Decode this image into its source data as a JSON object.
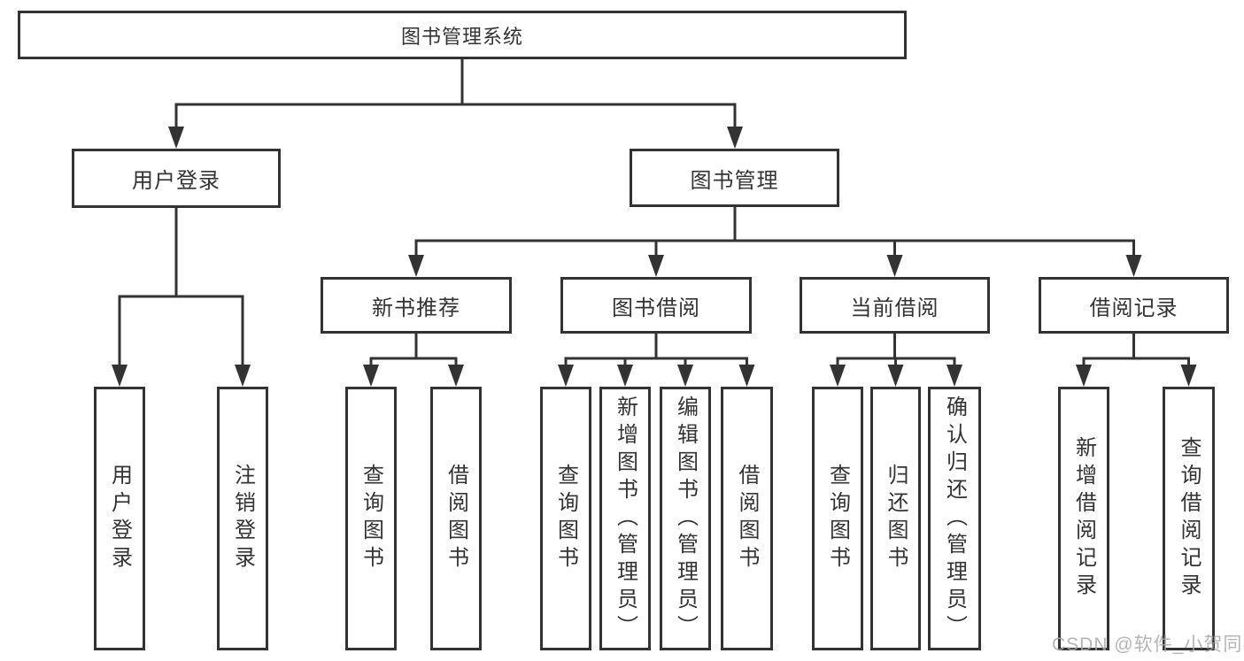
{
  "diagram": {
    "title": "图书管理系统",
    "level2": [
      {
        "label": "用户登录"
      },
      {
        "label": "图书管理"
      }
    ],
    "level3": [
      {
        "label": "新书推荐"
      },
      {
        "label": "图书借阅"
      },
      {
        "label": "当前借阅"
      },
      {
        "label": "借阅记录"
      }
    ],
    "leaves": {
      "user_login": [
        {
          "label": "用户登录"
        },
        {
          "label": "注销登录"
        }
      ],
      "new_book_recommend": [
        {
          "label": "查询图书"
        },
        {
          "label": "借阅图书"
        }
      ],
      "book_borrow": [
        {
          "label": "查询图书"
        },
        {
          "label": "新增图书（管理员）"
        },
        {
          "label": "编辑图书（管理员）"
        },
        {
          "label": "借阅图书"
        }
      ],
      "current_borrow": [
        {
          "label": "查询图书"
        },
        {
          "label": "归还图书"
        },
        {
          "label": "确认归还（管理员）"
        }
      ],
      "borrow_record": [
        {
          "label": "新增借阅记录"
        },
        {
          "label": "查询借阅记录"
        }
      ]
    },
    "colors": {
      "line": "#333333",
      "border": "#333333",
      "text": "#333333",
      "background": "#ffffff"
    }
  },
  "watermark": {
    "text": "CSDN @软件_小贺同学",
    "color": "#a8a8a8"
  }
}
